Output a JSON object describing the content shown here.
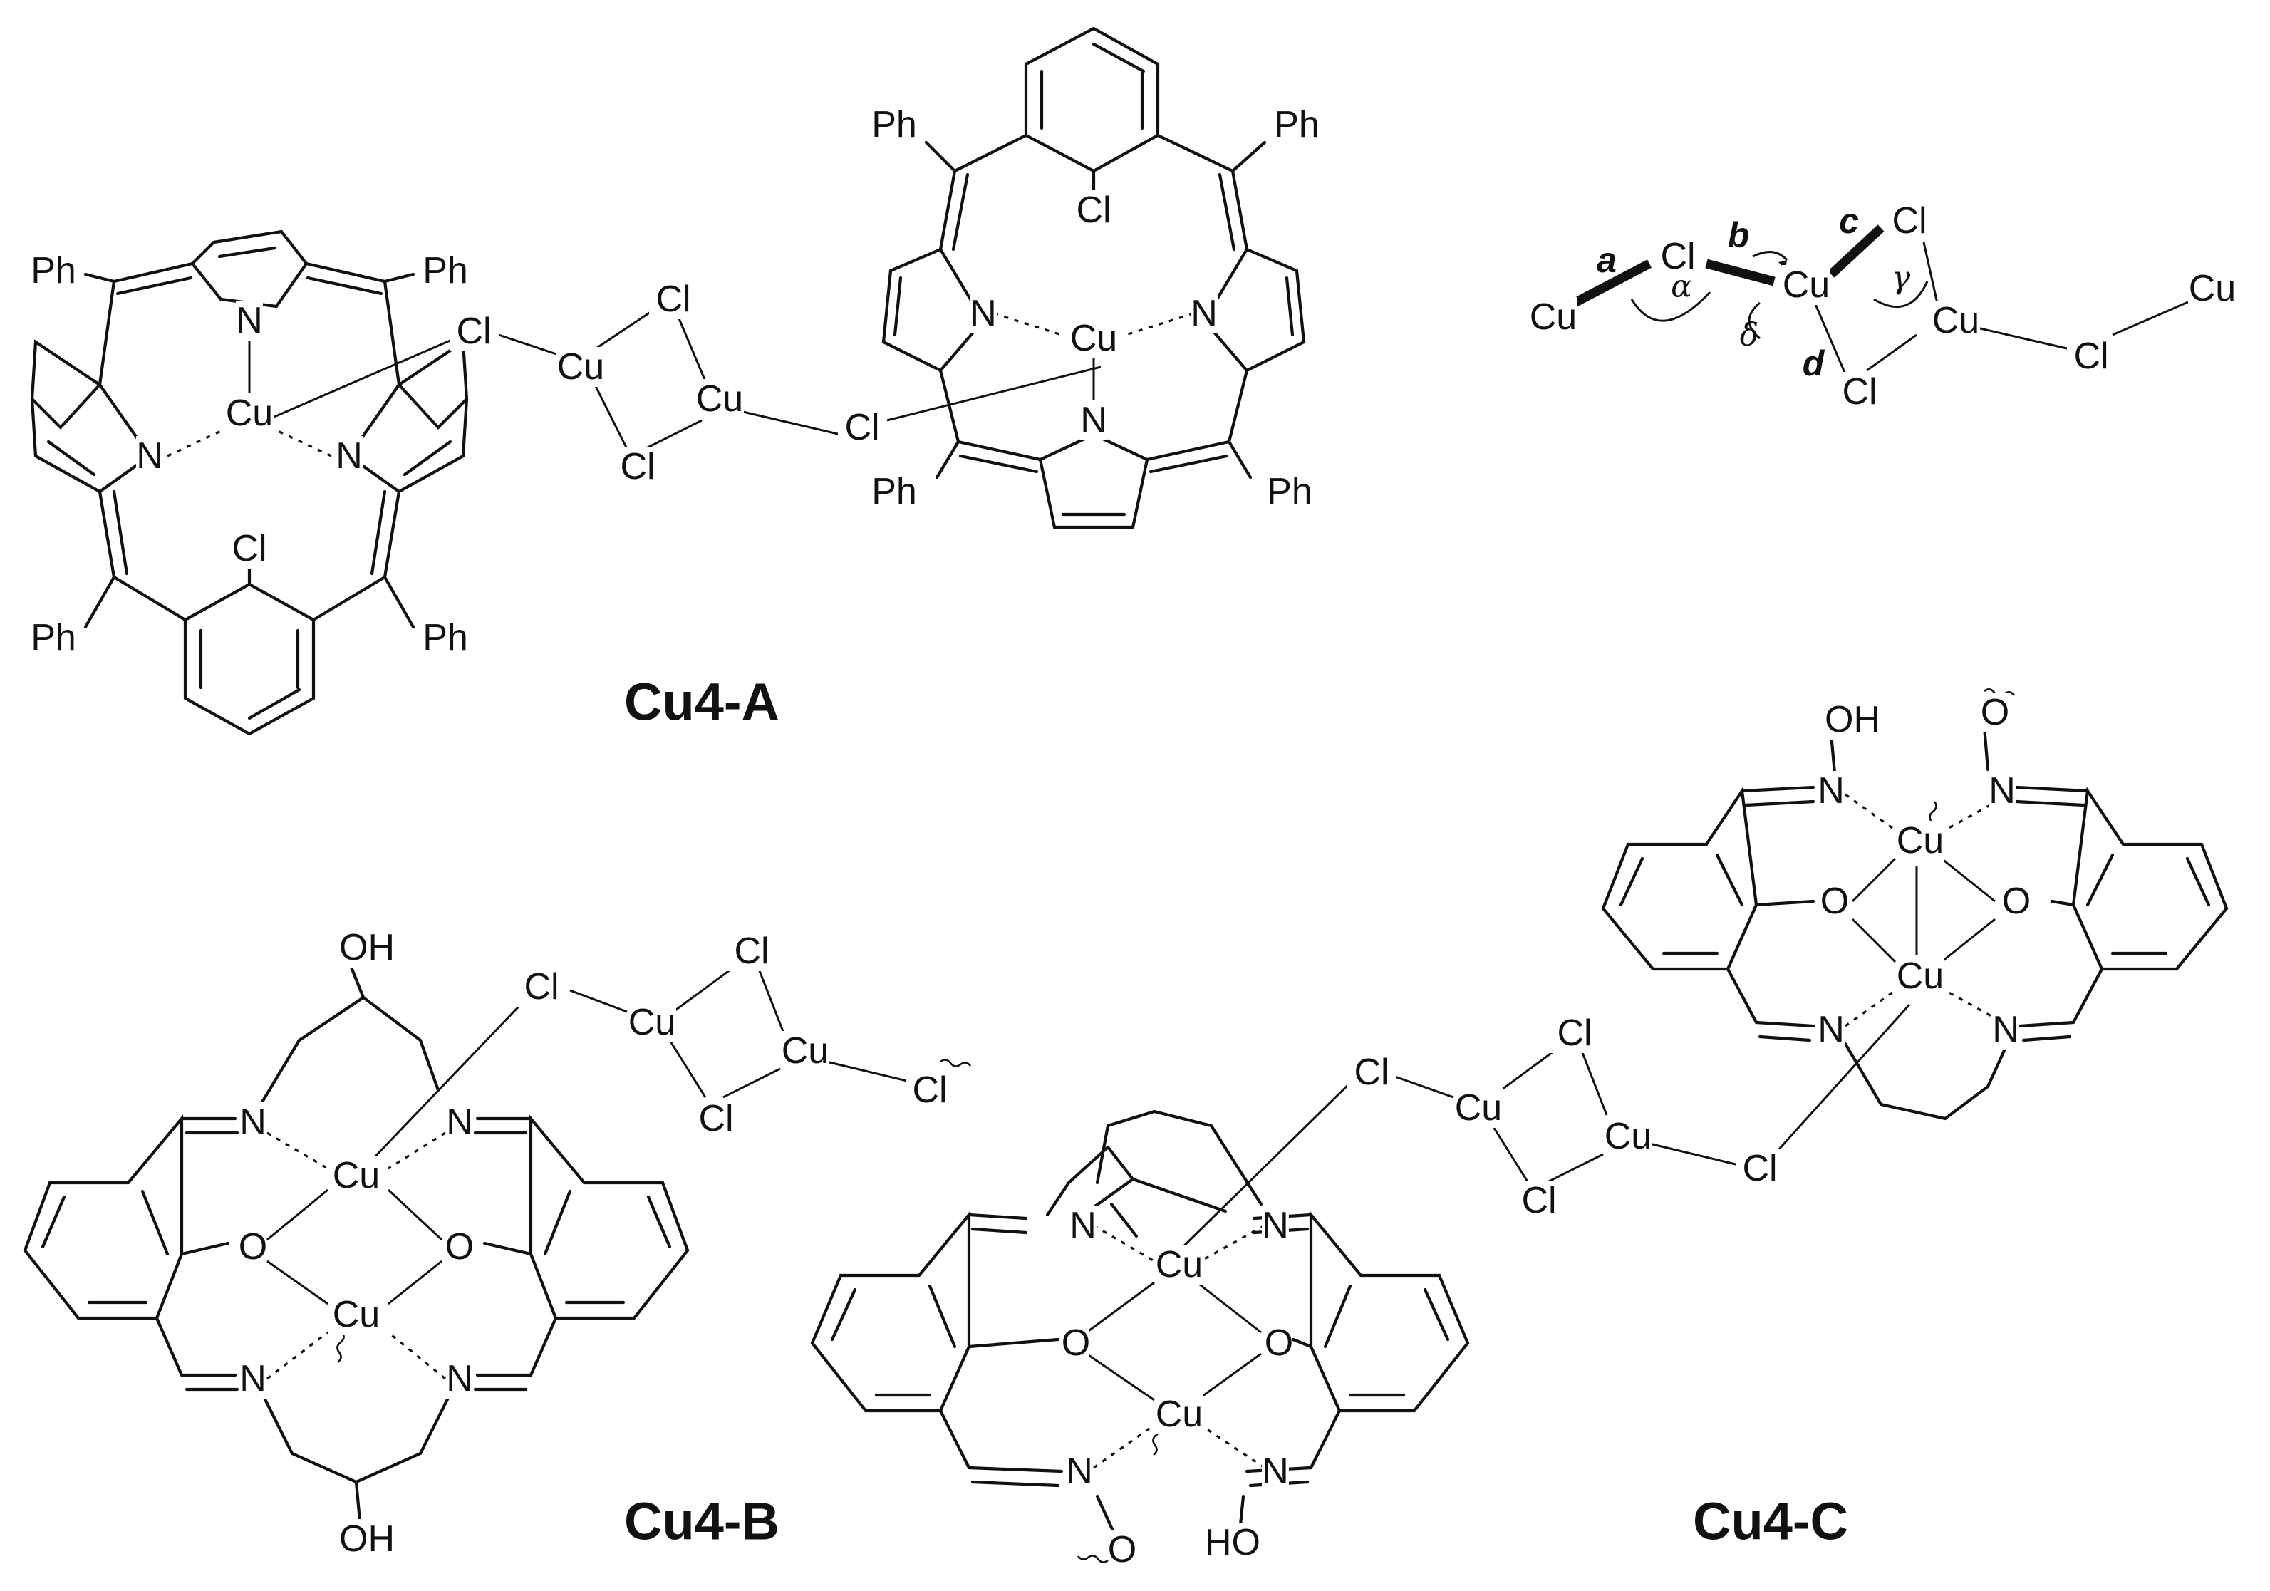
{
  "figure": {
    "compound_labels": {
      "A": "Cu4-A",
      "B": "Cu4-B",
      "C": "Cu4-C"
    },
    "bond_labels": {
      "a": "a",
      "b": "b",
      "c": "c",
      "d": "d"
    },
    "angle_labels": {
      "alpha": "α",
      "gamma": "γ",
      "delta": "δ"
    },
    "atoms": {
      "ph": "Ph",
      "cu": "Cu",
      "cl": "Cl",
      "n": "N",
      "o": "O",
      "oh": "OH",
      "ho": "HO"
    }
  }
}
